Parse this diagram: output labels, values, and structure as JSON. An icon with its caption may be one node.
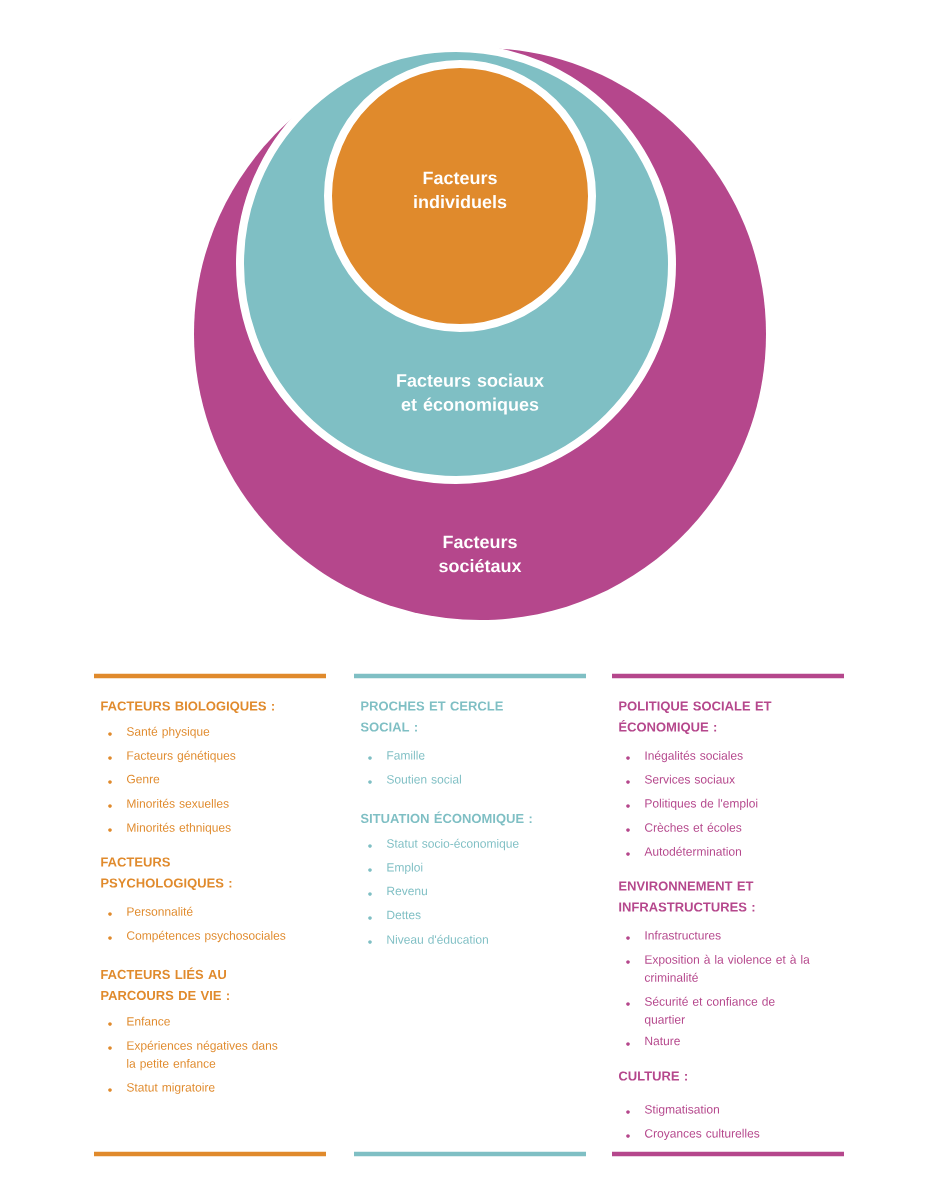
{
  "diagram": {
    "nodes": [
      {
        "text": [
          "Facteurs sociétaux"
        ]
      },
      {
        "text": [
          "Facteurs sociaux et économiques"
        ],
        "in": 0
      },
      {
        "text": [
          "Facteurs individuels"
        ],
        "in": 1
      }
    ],
    "edges": [],
    "labels": [
      "FACTEURS BIOLOGIQUES :",
      "Santé physique",
      "Facteurs génétiques",
      "Genre",
      "Minorités sexuelles",
      "Minorités ethniques",
      "FACTEURS PSYCHOLOGIQUES :",
      "Personnalité",
      "Compétences psychosociales",
      "FACTEURS LIÉS AU PARCOURS DE VIE :",
      "Enfance",
      "Expériences négatives dans la petite enfance",
      "Statut migratoire",
      "PROCHES ET CERCLE SOCIAL :",
      "Famille",
      "Soutien social",
      "SITUATION ÉCONOMIQUE :",
      "Statut socio-économique",
      "Emploi",
      "Revenu",
      "Dettes",
      "Niveau d'éducation",
      "POLITIQUE SOCIALE ET ÉCONOMIQUE :",
      "Inégalités sociales",
      "Services sociaux",
      "Politiques de l'emploi",
      "Crèches et écoles",
      "Autodétermination",
      "ENVIRONNEMENT ET INFRASTRUCTURES :",
      "Infrastructures",
      "Exposition à la violence et à la criminalité",
      "Sécurité et confiance de quartier",
      "Nature",
      "CULTURE :",
      "Stigmatisation",
      "Croyances culturelles"
    ]
  }
}
